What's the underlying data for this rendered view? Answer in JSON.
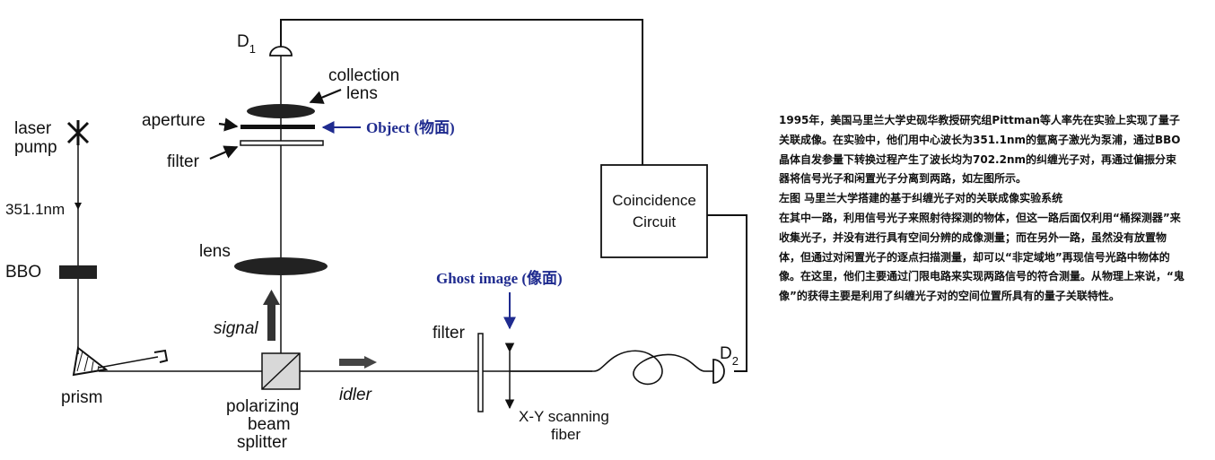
{
  "diagram": {
    "labels": {
      "d1_main": "D",
      "d1_sub": "1",
      "d2_main": "D",
      "d2_sub": "2",
      "collection_lens_1": "collection",
      "collection_lens_2": "lens",
      "aperture": "aperture",
      "object": "Object (物面)",
      "filter_top": "filter",
      "laser_pump_1": "laser",
      "laser_pump_2": "pump",
      "wavelength": "351.1nm",
      "bbo": "BBO",
      "lens": "lens",
      "signal": "signal",
      "prism": "prism",
      "pbs_1": "polarizing",
      "pbs_2": "beam",
      "pbs_3": "splitter",
      "idler": "idler",
      "coincidence_1": "Coincidence",
      "coincidence_2": "Circuit",
      "ghost_image": "Ghost image (像面)",
      "filter_right": "filter",
      "xy_scan_1": "X-Y scanning",
      "xy_scan_2": "fiber"
    },
    "colors": {
      "ink": "#111111",
      "annotation_blue": "#1f2b8f"
    }
  },
  "description": {
    "paragraph1": "1995年，美国马里兰大学史砚华教授研究组Pittman等人率先在实验上实现了量子关联成像。在实验中，他们用中心波长为351.1nm的氩离子激光为泵浦，通过BBO晶体自发参量下转换过程产生了波长均为702.2nm的纠缠光子对，再通过偏振分束器将信号光子和闲置光子分离到两路，如左图所示。",
    "caption": "左图 马里兰大学搭建的基于纠缠光子对的关联成像实验系统",
    "paragraph2": "在其中一路，利用信号光子来照射待探测的物体，但这一路后面仅利用“桶探测器”来收集光子，并没有进行具有空间分辨的成像测量；而在另外一路，虽然没有放置物体，但通过对闲置光子的逐点扫描测量，却可以“非定域地”再现信号光路中物体的像。在这里，他们主要通过门限电路来实现两路信号的符合测量。从物理上来说，“鬼像”的获得主要是利用了纠缠光子对的空间位置所具有的量子关联特性。"
  }
}
